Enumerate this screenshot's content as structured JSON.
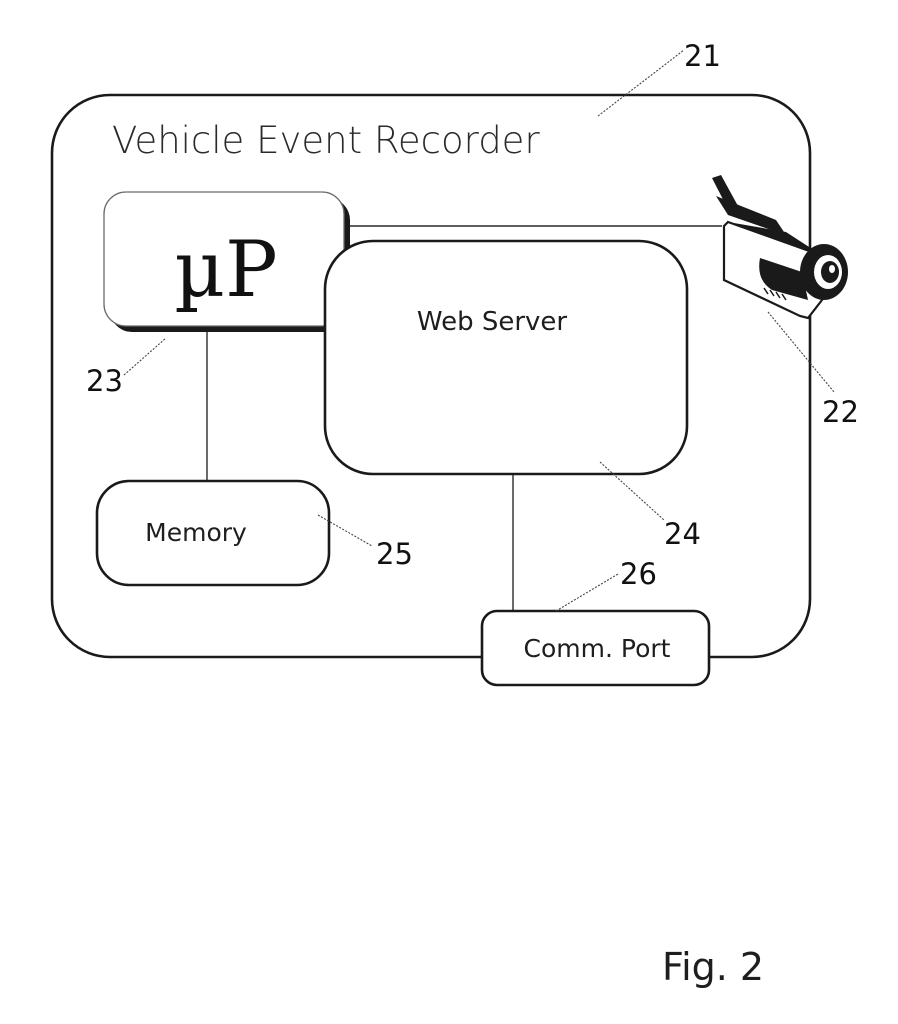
{
  "diagram": {
    "title": "Vehicle Event Recorder",
    "components": {
      "processor": {
        "label": "µP",
        "ref": "23"
      },
      "web_server": {
        "label": "Web Server",
        "ref": "24"
      },
      "memory": {
        "label": "Memory",
        "ref": "25"
      },
      "comm_port": {
        "label": "Comm. Port",
        "ref": "26"
      },
      "camera": {
        "icon": "video-camera-icon",
        "ref": "22"
      }
    },
    "container_ref": "21",
    "figure_label": "Fig. 2"
  }
}
